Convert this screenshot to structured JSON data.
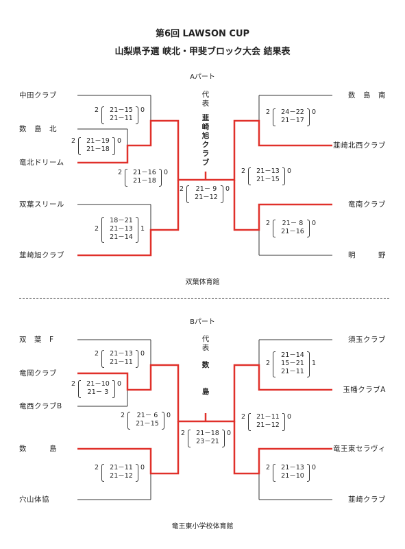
{
  "title": "第6回 LAWSON CUP",
  "subtitle": "山梨県予選 峡北・甲斐ブロック大会 結果表",
  "part_a": {
    "label": "Aパート",
    "venue": "双葉体育館",
    "representative_label": [
      "代",
      "表"
    ],
    "representative": [
      "韮",
      "崎",
      "旭",
      "ク",
      "ラ",
      "ブ"
    ],
    "left_teams": [
      "中田クラブ",
      "数　島　北",
      "竜北ドリーム",
      "双葉スリール",
      "韮崎旭クラブ"
    ],
    "right_teams": [
      "数　島　南",
      "韮崎北西クラブ",
      "竜南クラブ",
      "明　　　野"
    ],
    "scores": {
      "m1": {
        "w": "2",
        "sets": [
          "21－15",
          "21－11"
        ],
        "l": "0"
      },
      "m2": {
        "w": "2",
        "sets": [
          "21－19",
          "21－18"
        ],
        "l": "0"
      },
      "m3": {
        "w": "2",
        "sets": [
          "21－16",
          "21－18"
        ],
        "l": "0"
      },
      "m4": {
        "w": "2",
        "sets": [
          "18－21",
          "21－13",
          "21－14"
        ],
        "l": "1"
      },
      "m5": {
        "w": "2",
        "sets": [
          "24－22",
          "21－17"
        ],
        "l": "0"
      },
      "m6": {
        "w": "2",
        "sets": [
          "21－13",
          "21－15"
        ],
        "l": "0"
      },
      "m7": {
        "w": "2",
        "sets": [
          "21－ 8",
          "21－16"
        ],
        "l": "0"
      },
      "final": {
        "w": "2",
        "sets": [
          "21－ 9",
          "21－12"
        ],
        "l": "0"
      }
    }
  },
  "part_b": {
    "label": "Bパート",
    "venue": "竜王東小学校体育館",
    "representative_label": [
      "代",
      "表"
    ],
    "representative": [
      "数",
      "島"
    ],
    "left_teams": [
      "双　葉　F",
      "竜岡クラブ",
      "竜西クラブB",
      "数　　　島",
      "穴山体協"
    ],
    "right_teams": [
      "須玉クラブ",
      "玉幡クラブA",
      "竜王東セラヴィ",
      "韮崎クラブ"
    ],
    "scores": {
      "m1": {
        "w": "2",
        "sets": [
          "21－13",
          "21－11"
        ],
        "l": "0"
      },
      "m2": {
        "w": "2",
        "sets": [
          "21－10",
          "21－ 3"
        ],
        "l": "0"
      },
      "m3": {
        "w": "2",
        "sets": [
          "21－ 6",
          "21－15"
        ],
        "l": "0"
      },
      "m4": {
        "w": "2",
        "sets": [
          "21－11",
          "21－12"
        ],
        "l": "0"
      },
      "m5": {
        "w": "2",
        "sets": [
          "21－14",
          "15－21",
          "21－11"
        ],
        "l": "1"
      },
      "m6": {
        "w": "2",
        "sets": [
          "21－11",
          "21－12"
        ],
        "l": "0"
      },
      "m7": {
        "w": "2",
        "sets": [
          "21－13",
          "21－10"
        ],
        "l": "0"
      },
      "final": {
        "w": "2",
        "sets": [
          "21－18",
          "23－21"
        ],
        "l": "0"
      }
    }
  },
  "colors": {
    "winner_line": "#e0302a",
    "line": "#333333"
  }
}
